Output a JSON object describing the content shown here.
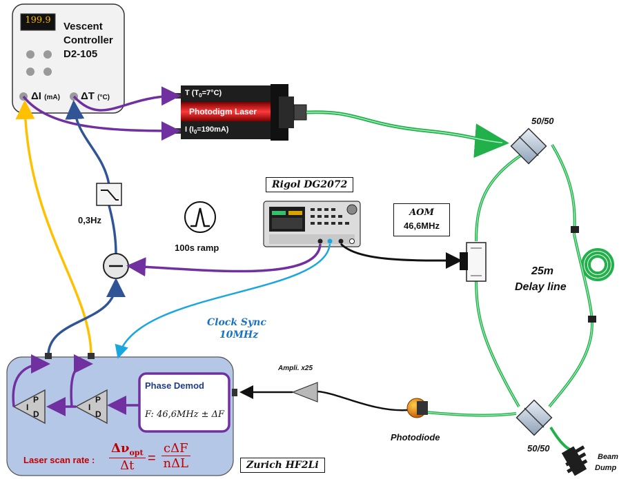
{
  "controller": {
    "display": "199.9",
    "title_line1": "Vescent",
    "title_line2": "Controller",
    "title_line3": "D2-105",
    "delta_i": "ΔI",
    "delta_i_unit": "(mA)",
    "delta_t": "ΔT",
    "delta_t_unit": "(°C)"
  },
  "laser": {
    "t_label": "T (T",
    "t_sub": "0",
    "t_value": "=7°C)",
    "name": "Photodigm Laser",
    "i_label": "I (I",
    "i_sub": "0",
    "i_value": "=190mA)"
  },
  "filter": {
    "label": "0,3Hz"
  },
  "ramp": {
    "label": "100s ramp"
  },
  "generator": {
    "label": "Rigol DG2072"
  },
  "aom": {
    "label_line1": "AOM",
    "label_line2": "46,6MHz"
  },
  "couplers": {
    "top_label": "50/50",
    "bottom_label": "50/50"
  },
  "delay_line": {
    "line1": "25m",
    "line2": "Delay line"
  },
  "clock": {
    "line1": "Clock Sync",
    "line2": "10MHz"
  },
  "amplifier": {
    "label": "Ampli. x25"
  },
  "photodiode": {
    "label": "Photodiode"
  },
  "beam_dump": {
    "line1": "Beam",
    "line2": "Dump"
  },
  "lockin": {
    "name": "Zurich HF2Li",
    "phase_demod_title": "Phase Demod",
    "phase_demod_freq": "F: 46,6MHz ± ΔF",
    "pid_p": "P",
    "pid_i": "I",
    "pid_d": "D",
    "scan_rate_label": "Laser scan rate :",
    "formula_lhs_num": "Δν",
    "formula_lhs_sub": "opt",
    "formula_lhs_den": "Δt",
    "formula_eq": "=",
    "formula_rhs_num": "cΔF",
    "formula_rhs_den": "nΔL"
  },
  "colors": {
    "purple": "#7030a0",
    "yellow": "#ffc000",
    "dark_blue": "#2f5597",
    "light_blue": "#1aa7e0",
    "fiber_green": "#33cc66",
    "lockin_fill": "#b4c7e7",
    "red_text": "#c00000"
  }
}
